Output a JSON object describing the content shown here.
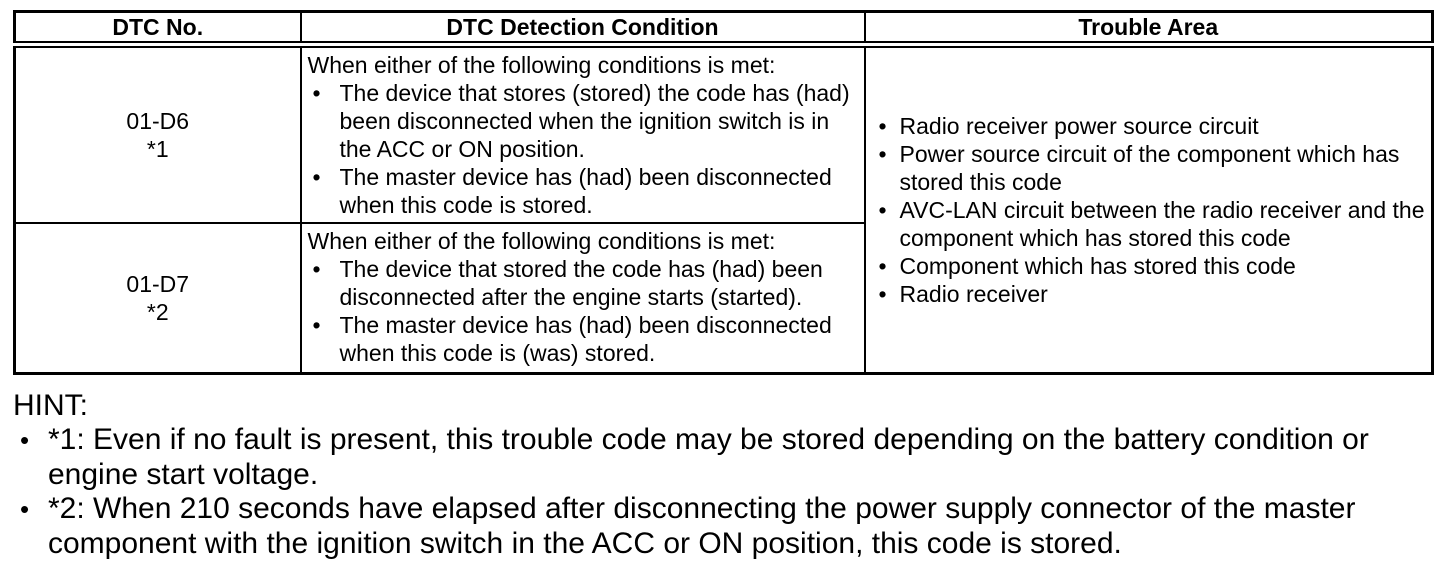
{
  "ui": {
    "bullet": "•"
  },
  "colors": {
    "text": "#000000",
    "border": "#000000",
    "background": "#ffffff"
  },
  "table": {
    "headers": [
      "DTC No.",
      "DTC Detection Condition",
      "Trouble Area"
    ],
    "rows": [
      {
        "dtc_no": "01-D6",
        "dtc_note": "*1",
        "condition_intro": "When either of the following conditions is met:",
        "condition_items": [
          "The device that stores (stored) the code has (had) been disconnected when the ignition switch is in the ACC or ON position.",
          "The master device has (had) been disconnected when this code is stored."
        ]
      },
      {
        "dtc_no": "01-D7",
        "dtc_note": "*2",
        "condition_intro": "When either of the following conditions is met:",
        "condition_items": [
          "The device that stored the code has (had) been disconnected after the engine starts (started).",
          "The master device has (had) been disconnected when this code is (was) stored."
        ]
      }
    ],
    "trouble_area_items": [
      "Radio receiver power source circuit",
      "Power source circuit of the component which has stored this code",
      "AVC-LAN circuit between the radio receiver and the component which has stored this code",
      "Component which has stored this code",
      "Radio receiver"
    ]
  },
  "hint": {
    "label": "HINT:",
    "items": [
      "*1: Even if no fault is present, this trouble code may be stored depending on the battery condition or engine start voltage.",
      "*2: When 210 seconds have elapsed after disconnecting the power supply connector of the master component with the ignition switch in the ACC or ON position, this code is stored."
    ]
  }
}
